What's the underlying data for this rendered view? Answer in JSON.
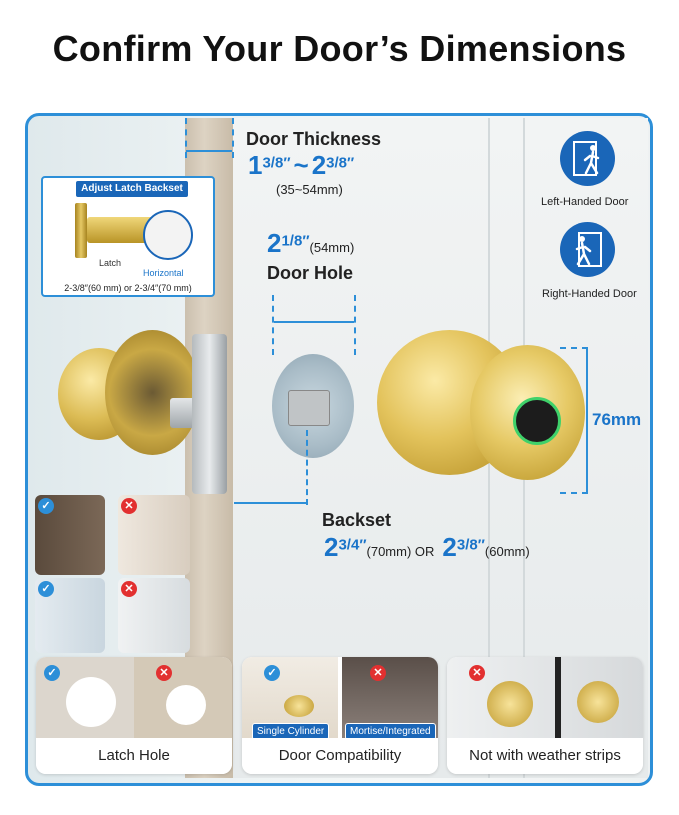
{
  "title": "Confirm Your Door’s Dimensions",
  "thickness": {
    "heading": "Door Thickness",
    "min_whole": "1",
    "min_frac": "3/8″",
    "sep": "~",
    "max_whole": "2",
    "max_frac": "3/8″",
    "metric": "(35~54mm)"
  },
  "hole": {
    "whole": "2",
    "frac": "1/8″",
    "metric": "(54mm)",
    "heading": "Door Hole"
  },
  "backset": {
    "heading": "Backset",
    "a_whole": "2",
    "a_frac": "3/4″",
    "a_metric": "(70mm) OR",
    "b_whole": "2",
    "b_frac": "3/8″",
    "b_metric": "(60mm)"
  },
  "knob_height": "76mm",
  "inset": {
    "title": "Adjust Latch Backset",
    "latch": "Latch",
    "horizontal": "Horizontal",
    "caption": "2-3/8″(60 mm) or 2-3/4″(70 mm)"
  },
  "handing": {
    "left": "Left-Handed Door",
    "right": "Right-Handed Door"
  },
  "cards": {
    "latch_hole": "Latch Hole",
    "compat": "Door Compatibility",
    "single": "Single Cylinder",
    "mortise": "Mortise/Integrated",
    "weather": "Not with weather strips"
  },
  "colors": {
    "accent": "#2d8fd8",
    "dark_blue": "#1a66b8",
    "brass": "#d4b24a",
    "reject": "#e23030"
  }
}
